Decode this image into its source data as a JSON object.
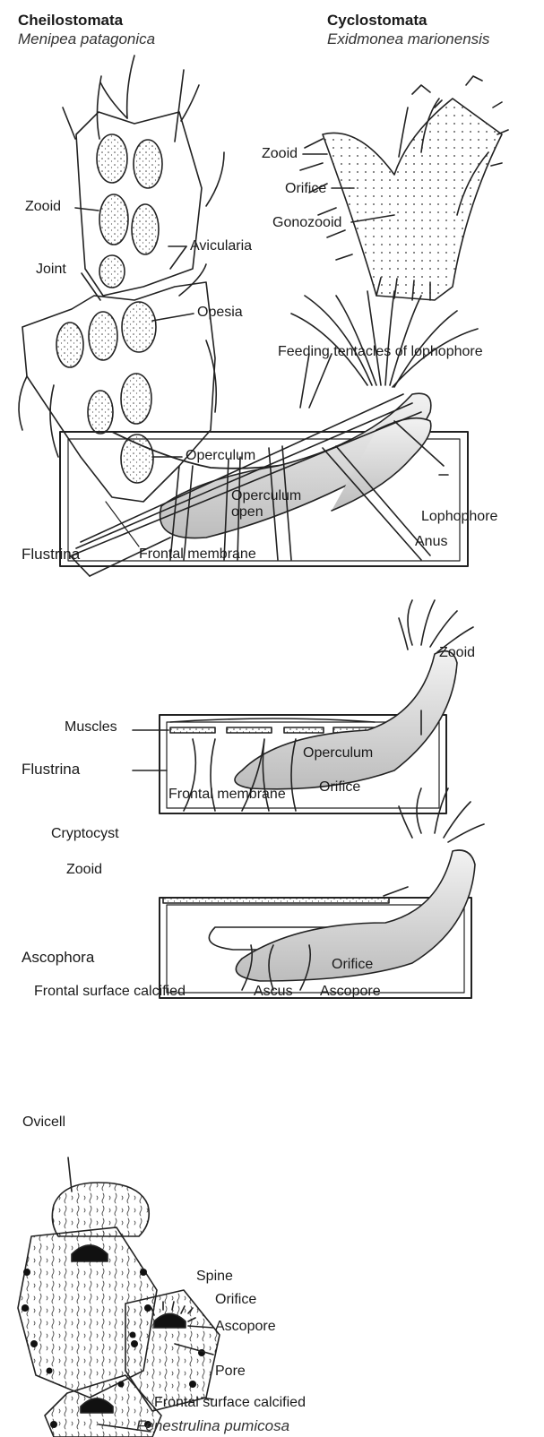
{
  "cheilostomata": {
    "title": "Cheilostomata",
    "species": "Menipea patagonica",
    "labels": {
      "zooid": "Zooid",
      "avicularia": "Avicularia",
      "joint": "Joint",
      "opesia": "Opesia",
      "operculum": "Operculum"
    }
  },
  "cyclostomata": {
    "title": "Cyclostomata",
    "species": "Exidmonea marionensis",
    "labels": {
      "zooid": "Zooid",
      "orifice": "Orifice",
      "gonozooid": "Gonozooid"
    }
  },
  "lophophore_panel": {
    "feeding": "Feeding tentacles of lophophore",
    "operculum_open": "Operculum open",
    "lophophore": "Lophophore",
    "anus": "Anus"
  },
  "flustrina1": {
    "name": "Flustrina",
    "frontal_membrane": "Frontal membrane",
    "zooid": "Zooid",
    "muscles": "Muscles"
  },
  "flustrina2": {
    "name": "Flustrina",
    "operculum": "Operculum",
    "orifice": "Orifice",
    "frontal_membrane": "Frontal membrane",
    "cryptocyst": "Cryptocyst",
    "zooid": "Zooid"
  },
  "ascophora": {
    "name": "Ascophora",
    "orifice": "Orifice",
    "frontal_surface": "Frontal surface calcified",
    "ascus": "Ascus",
    "ascopore": "Ascopore"
  },
  "fenestrulina": {
    "ovicell": "Ovicell",
    "spine": "Spine",
    "orifice": "Orifice",
    "ascopore": "Ascopore",
    "pore": "Pore",
    "frontal_surface": "Frontal surface calcified",
    "species": "Fenestrulina pumicosa"
  }
}
